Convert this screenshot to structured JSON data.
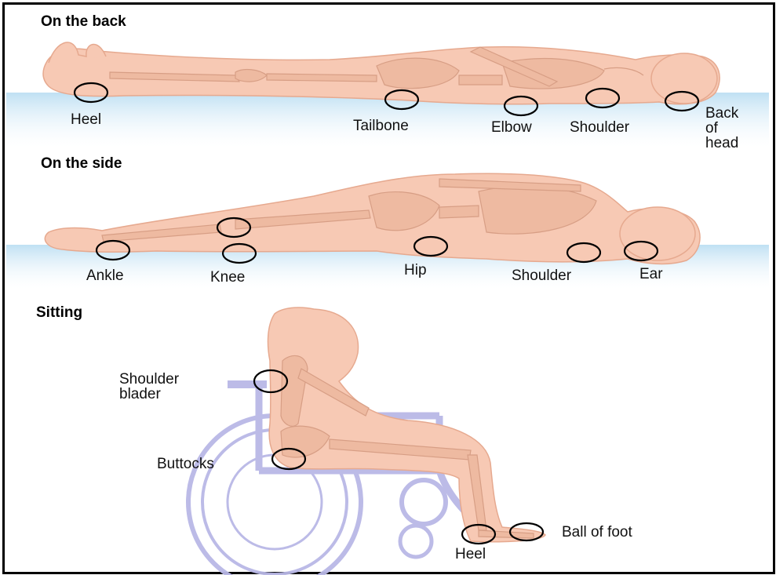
{
  "sections": {
    "back": {
      "title": "On the back",
      "labels": {
        "heel": "Heel",
        "tailbone": "Tailbone",
        "elbow": "Elbow",
        "shoulder": "Shoulder",
        "back_of_head": "Back\nof\nhead"
      }
    },
    "side": {
      "title": "On the side",
      "labels": {
        "ankle": "Ankle",
        "knee": "Knee",
        "hip": "Hip",
        "shoulder": "Shoulder",
        "ear": "Ear"
      }
    },
    "sitting": {
      "title": "Sitting",
      "labels": {
        "shoulder_blade": "Shoulder\nblader",
        "buttocks": "Buttocks",
        "heel": "Heel",
        "ball_of_foot": "Ball of foot"
      }
    }
  },
  "colors": {
    "skin": "#f7c9b4",
    "bone": "#eeb99f",
    "bone_line": "#d49a80",
    "surface": "#bfe0f3",
    "wheelchair": "#b9b8e6",
    "marker": "#000000"
  }
}
